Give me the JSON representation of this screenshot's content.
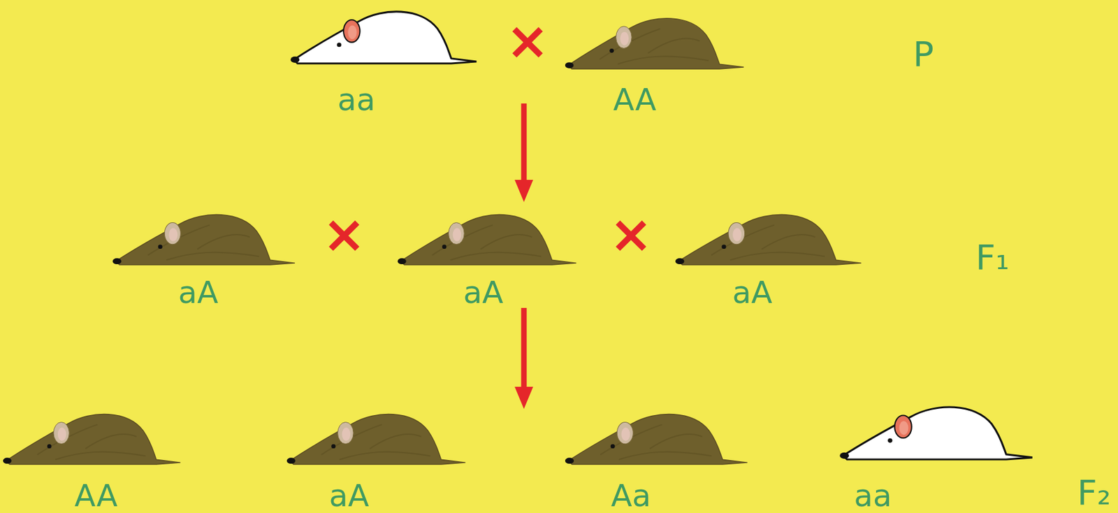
{
  "diagram": {
    "nodes": [
      {
        "text": [
          "aa"
        ]
      },
      {
        "text": [
          "AA"
        ]
      },
      {
        "text": [
          "aA"
        ]
      },
      {
        "text": [
          "aA"
        ]
      },
      {
        "text": [
          "aA"
        ]
      },
      {
        "text": [
          "AA"
        ]
      },
      {
        "text": [
          "aA"
        ]
      },
      {
        "text": [
          "Aa"
        ]
      },
      {
        "text": [
          "aa"
        ]
      }
    ],
    "labels": [
      "×",
      "P",
      "×",
      "×",
      "F₁",
      "F₂"
    ]
  }
}
